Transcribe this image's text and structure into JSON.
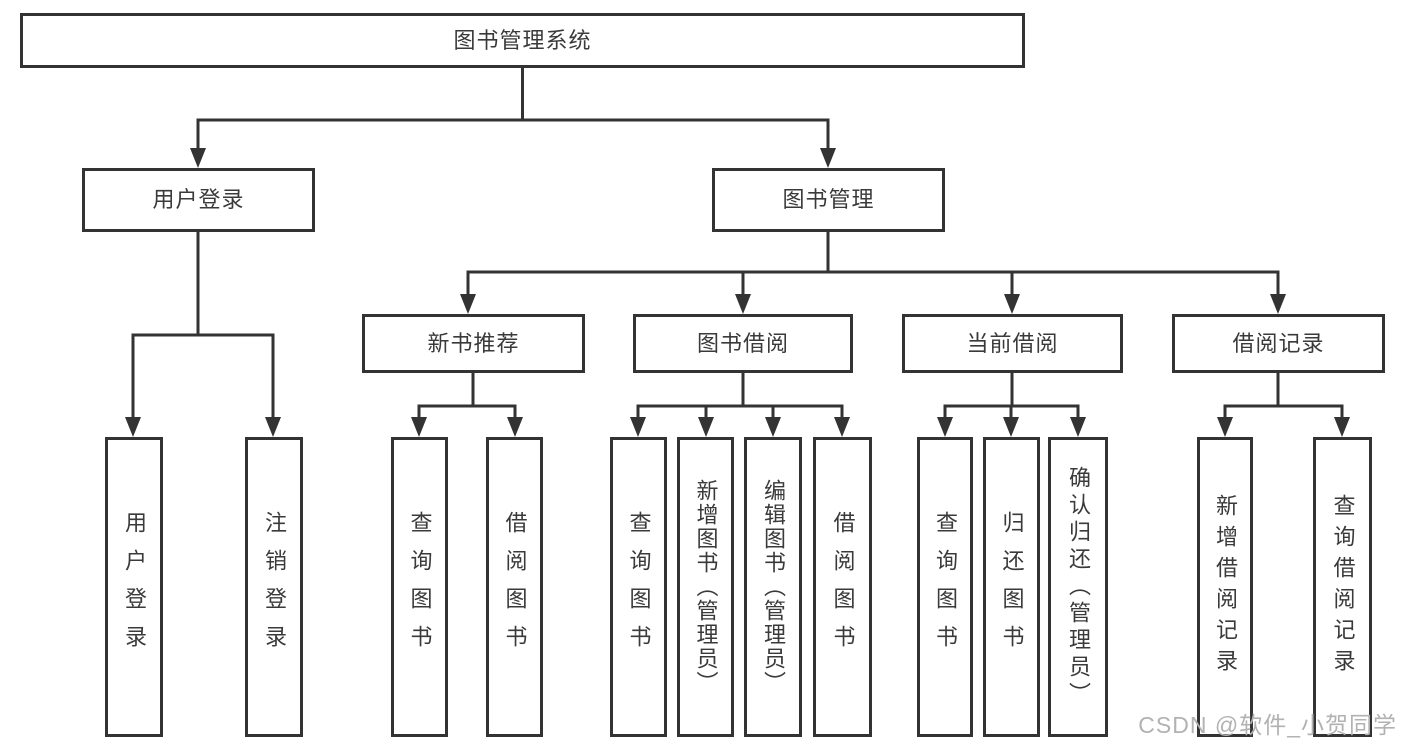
{
  "diagram_title": "图书管理系统",
  "colors": {
    "line": "#333333",
    "box_border": "#333333",
    "box_fill": "#ffffff",
    "text": "#3a3a3a",
    "watermark": "#b2b2b2",
    "background": "#ffffff"
  },
  "tree": {
    "root": {
      "label": "图书管理系统",
      "children": [
        {
          "label": "用户登录",
          "children": [
            {
              "label": "用户登录"
            },
            {
              "label": "注销登录"
            }
          ]
        },
        {
          "label": "图书管理",
          "children": [
            {
              "label": "新书推荐",
              "children": [
                {
                  "label": "查询图书"
                },
                {
                  "label": "借阅图书"
                }
              ]
            },
            {
              "label": "图书借阅",
              "children": [
                {
                  "label": "查询图书"
                },
                {
                  "label": "新增图书（管理员）"
                },
                {
                  "label": "编辑图书（管理员）"
                },
                {
                  "label": "借阅图书"
                }
              ]
            },
            {
              "label": "当前借阅",
              "children": [
                {
                  "label": "查询图书"
                },
                {
                  "label": "归还图书"
                },
                {
                  "label": "确认归还（管理员）"
                }
              ]
            },
            {
              "label": "借阅记录",
              "children": [
                {
                  "label": "新增借阅记录"
                },
                {
                  "label": "查询借阅记录"
                }
              ]
            }
          ]
        }
      ]
    }
  },
  "watermark": {
    "text": "CSDN @软件_小贺同学"
  }
}
